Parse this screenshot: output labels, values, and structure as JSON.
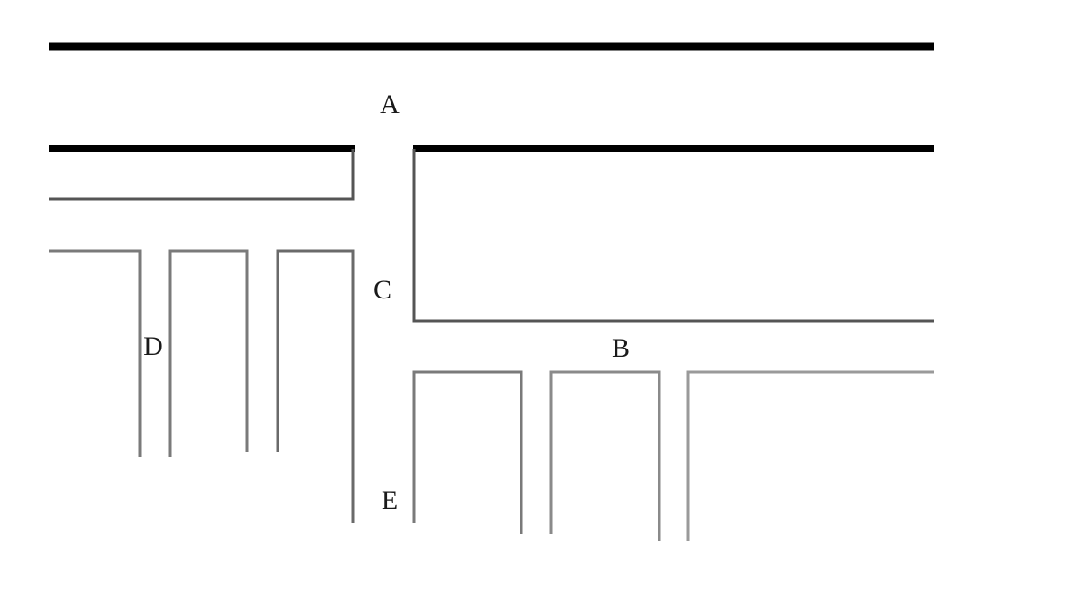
{
  "diagram": {
    "labels": {
      "a": "A",
      "b": "B",
      "c": "C",
      "d": "D",
      "e": "E"
    },
    "colors": {
      "thick_line": "#000000",
      "thin_line": "#555555",
      "light_line": "#9a9a9a",
      "label_text": "#1a1a1a"
    }
  }
}
